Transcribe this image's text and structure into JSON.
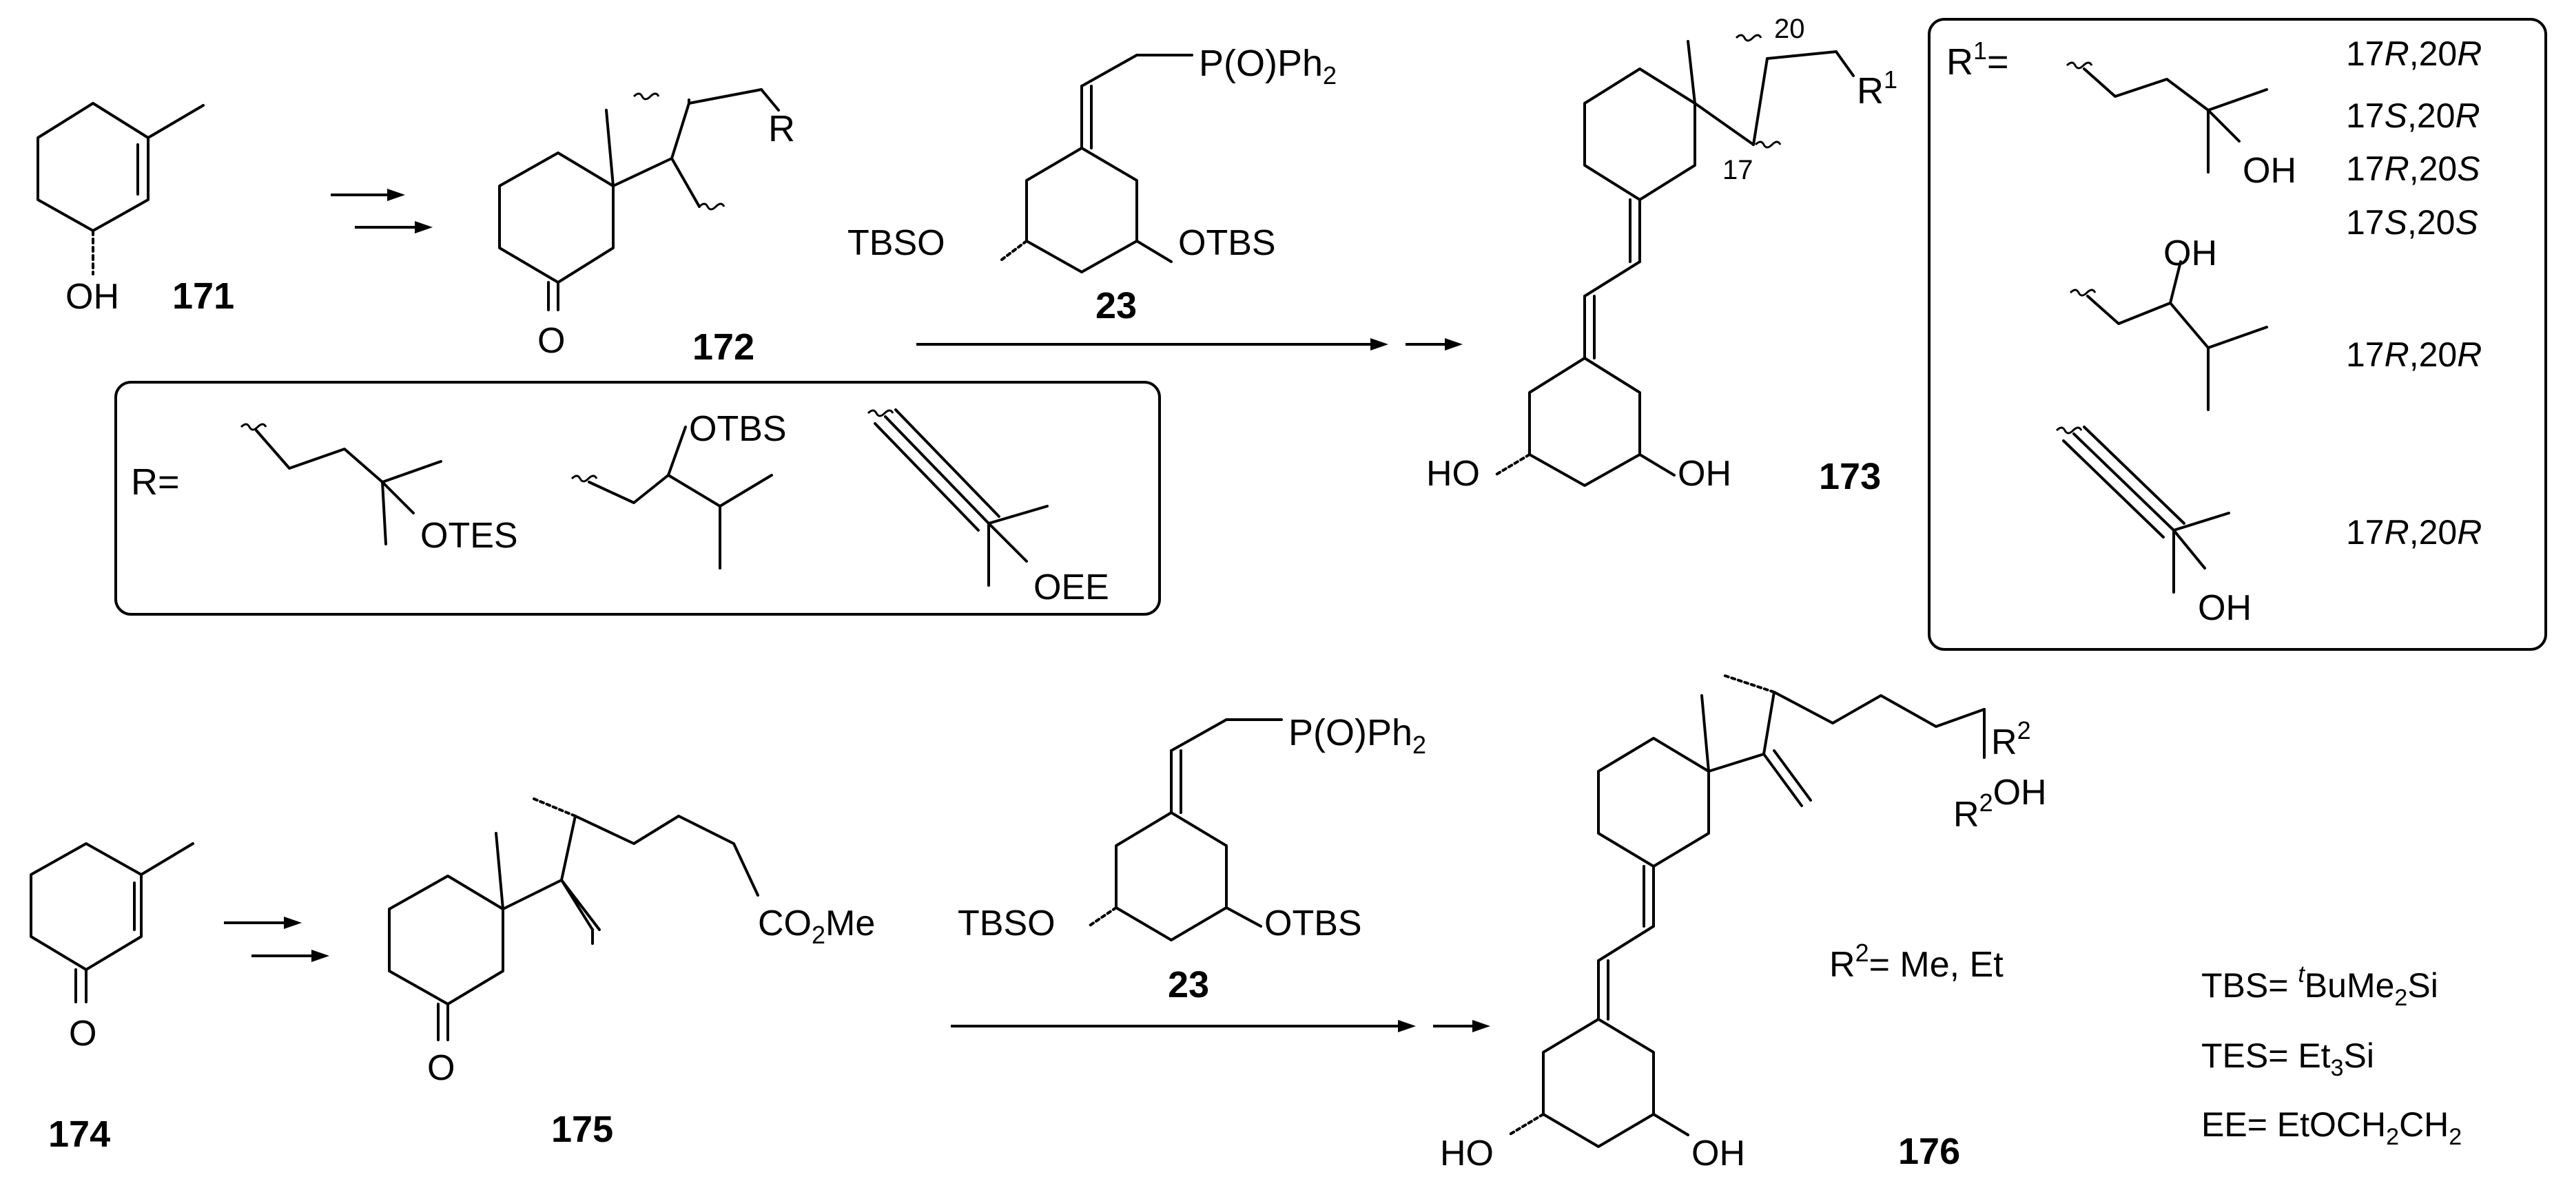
{
  "compounds": {
    "c171": "171",
    "c172": "172",
    "c23_top": "23",
    "c173": "173",
    "c174": "174",
    "c175": "175",
    "c23_bottom": "23",
    "c176": "176"
  },
  "groups": {
    "OH": "OH",
    "O": "O",
    "R": "R",
    "R_eq": "R=",
    "P_O_Ph": "P(O)Ph",
    "two": "2",
    "TBSO": "TBSO",
    "OTBS": "OTBS",
    "OTES": "OTES",
    "OEE": "OEE",
    "HO": "HO",
    "R1_base": "R",
    "R1_sup": "1",
    "R1_eq_base": "R",
    "R1_eq_sup": "1",
    "R1_eq_tail": "=",
    "CO2Me_a": "CO",
    "CO2Me_b": "Me",
    "R2_base": "R",
    "R2_sup": "2",
    "R2_eq_text": "= Me, Et",
    "label_17": "17",
    "label_20": "20"
  },
  "stereo_list": {
    "s1": [
      "17",
      "R",
      ",20",
      "R"
    ],
    "s2": [
      "17",
      "S",
      ",20",
      "R"
    ],
    "s3": [
      "17",
      "R",
      ",20",
      "S"
    ],
    "s4": [
      "17",
      "S",
      ",20",
      "S"
    ],
    "s5": [
      "17",
      "R",
      ",20",
      "R"
    ],
    "s6": [
      "17",
      "R",
      ",20",
      "R"
    ]
  },
  "abbreviations": {
    "tbs_a": "TBS= ",
    "tbs_sup": "t",
    "tbs_b": "BuMe",
    "tbs_sub": "2",
    "tbs_c": "Si",
    "tes_a": "TES= Et",
    "tes_sub": "3",
    "tes_b": "Si",
    "ee_a": "EE= EtOCH",
    "ee_sub1": "2",
    "ee_b": "CH",
    "ee_sub2": "2"
  }
}
